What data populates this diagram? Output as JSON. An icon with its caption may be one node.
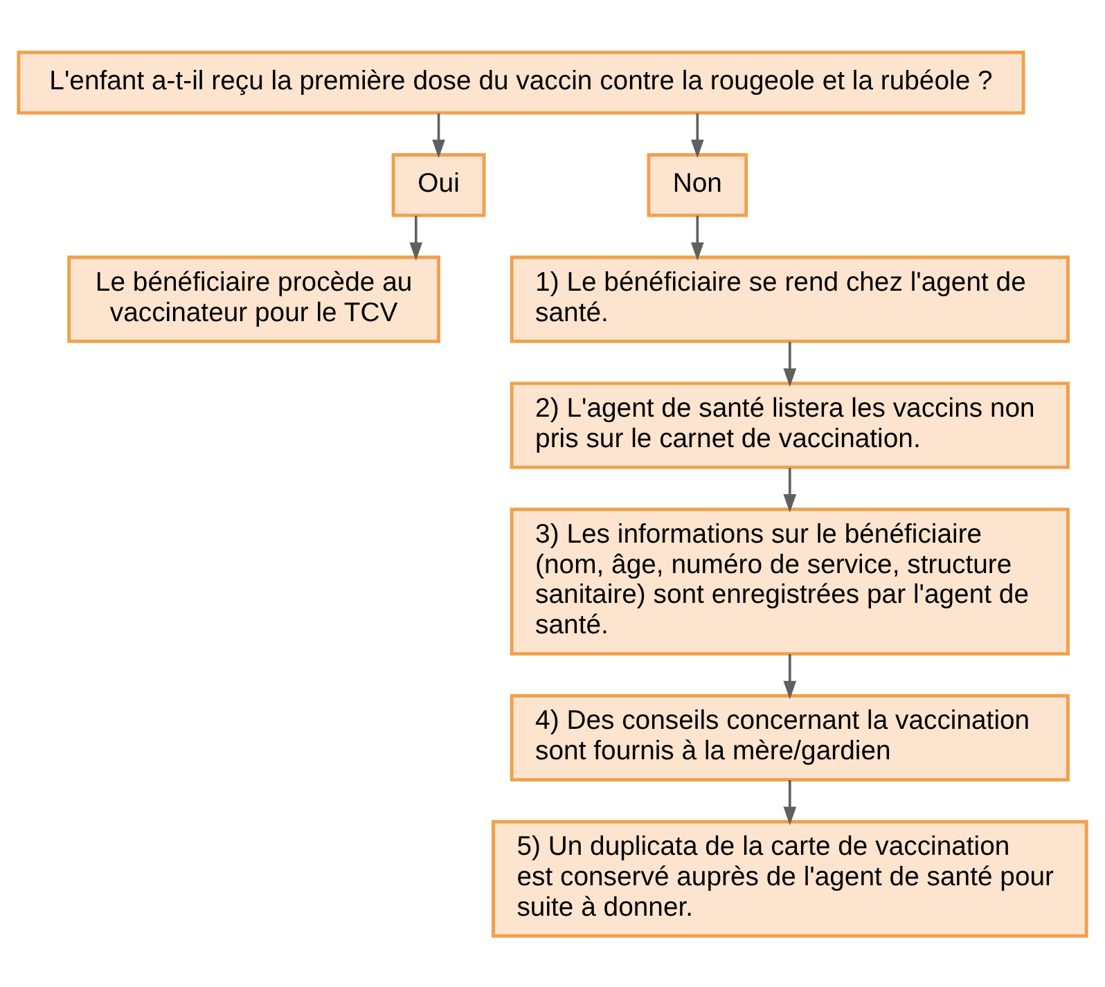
{
  "diagram": {
    "nodes": [
      {
        "text": [
          "L'enfant a-t-il reçu la première dose du vaccin contre la rougeole et la rubéole ?"
        ]
      },
      {
        "text": [
          "Oui"
        ]
      },
      {
        "text": [
          "Non"
        ]
      },
      {
        "text": [
          "Le bénéficiaire procède au vaccinateur pour le TCV"
        ]
      },
      {
        "text": [
          "1) Le bénéficiaire se rend chez l'agent de santé."
        ]
      },
      {
        "text": [
          "2) L'agent de santé listera les vaccins non pris sur le carnet de vaccination."
        ]
      },
      {
        "text": [
          "3) Les informations sur le bénéficiaire (nom, âge, numéro de service, structure sanitaire) sont enregistrées par l'agent de santé."
        ]
      },
      {
        "text": [
          "4) Des conseils concernant la vaccination sont fournis à la mère/gardien"
        ]
      },
      {
        "text": [
          "5) Un duplicata de la carte de vaccination est conservé auprès de l'agent de santé pour suite à donner."
        ]
      }
    ],
    "edges": [
      {
        "from": 0,
        "to": 1,
        "arrow": "to"
      },
      {
        "from": 0,
        "to": 2,
        "arrow": "to"
      },
      {
        "from": 1,
        "to": 3,
        "arrow": "to"
      },
      {
        "from": 2,
        "to": 4,
        "arrow": "to"
      },
      {
        "from": 4,
        "to": 5,
        "arrow": "to"
      },
      {
        "from": 5,
        "to": 6,
        "arrow": "to"
      },
      {
        "from": 6,
        "to": 7,
        "arrow": "to"
      },
      {
        "from": 7,
        "to": 8,
        "arrow": "to"
      }
    ]
  }
}
